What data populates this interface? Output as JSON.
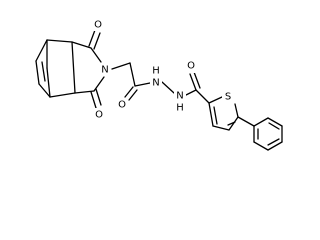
{
  "molecule": {
    "atoms": [
      {
        "id": "O_top",
        "label": "O"
      },
      {
        "id": "N_imide",
        "label": "N"
      },
      {
        "id": "O_bottom",
        "label": "O"
      },
      {
        "id": "O_amide1",
        "label": "O"
      },
      {
        "id": "NH_1",
        "label": "N"
      },
      {
        "id": "H_1",
        "label": "H"
      },
      {
        "id": "NH_2",
        "label": "N"
      },
      {
        "id": "H_2",
        "label": "H"
      },
      {
        "id": "O_amide2",
        "label": "O"
      },
      {
        "id": "S_thiophene",
        "label": "S"
      }
    ]
  }
}
